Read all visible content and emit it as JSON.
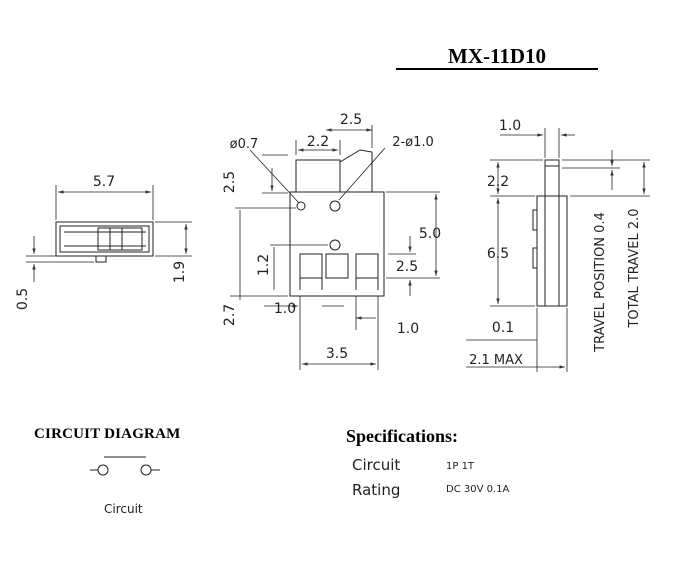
{
  "header": {
    "part_number": "MX-11D10"
  },
  "side_view": {
    "dims": {
      "width": "5.7",
      "height": "1.9",
      "offset": "0.5"
    }
  },
  "front_view": {
    "dims": {
      "hole_small": "ø0.7",
      "top_width": "2.2",
      "top_offset": "2.5",
      "holes": "2-ø1.0",
      "left_top": "2.5",
      "body_height": "5.0",
      "hole_height": "1.2",
      "pin_height": "2.5",
      "pin_length": "2.7",
      "pin_pitch_left": "1.0",
      "pin_pitch_right": "1.0",
      "pin_span": "3.5"
    }
  },
  "right_view": {
    "dims": {
      "plunger_width": "1.0",
      "plunger_height": "2.2",
      "body_height": "6.5",
      "bottom": "0.1",
      "max_width": "2.1 MAX",
      "travel_position": "TRAVEL POSITION 0.4",
      "total_travel": "TOTAL TRAVEL 2.0"
    }
  },
  "circuit": {
    "title": "CIRCUIT DIAGRAM",
    "label": "Circuit"
  },
  "specifications": {
    "title": "Specifications:",
    "rows": [
      {
        "label": "Circuit",
        "value": "1P  1T"
      },
      {
        "label": "Rating",
        "value": "DC  30V  0.1A"
      }
    ]
  }
}
